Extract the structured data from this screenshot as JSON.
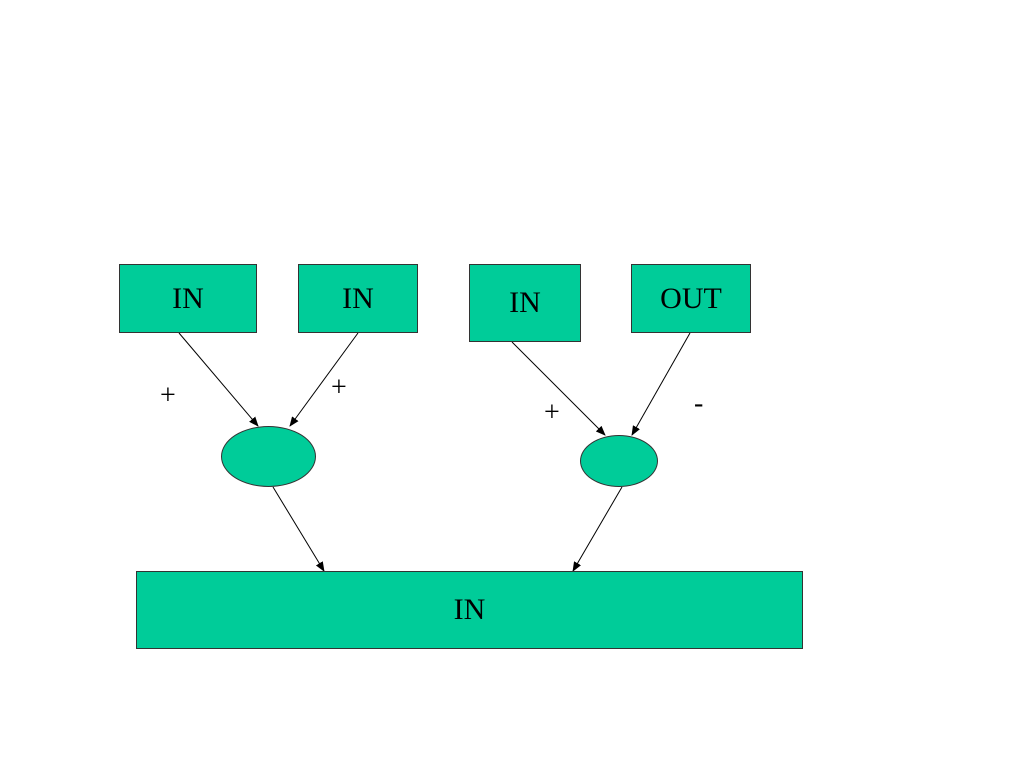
{
  "colors": {
    "node_fill": "#00CC99",
    "stroke": "#000000",
    "background": "#FFFFFF"
  },
  "nodes": {
    "in_1": "IN",
    "in_2": "IN",
    "in_3": "IN",
    "out": "OUT",
    "in_bottom": "IN"
  },
  "edge_signs": {
    "in_1_to_left": "+",
    "in_2_to_left": "+",
    "in_3_to_right": "+",
    "out_to_right": "-"
  }
}
